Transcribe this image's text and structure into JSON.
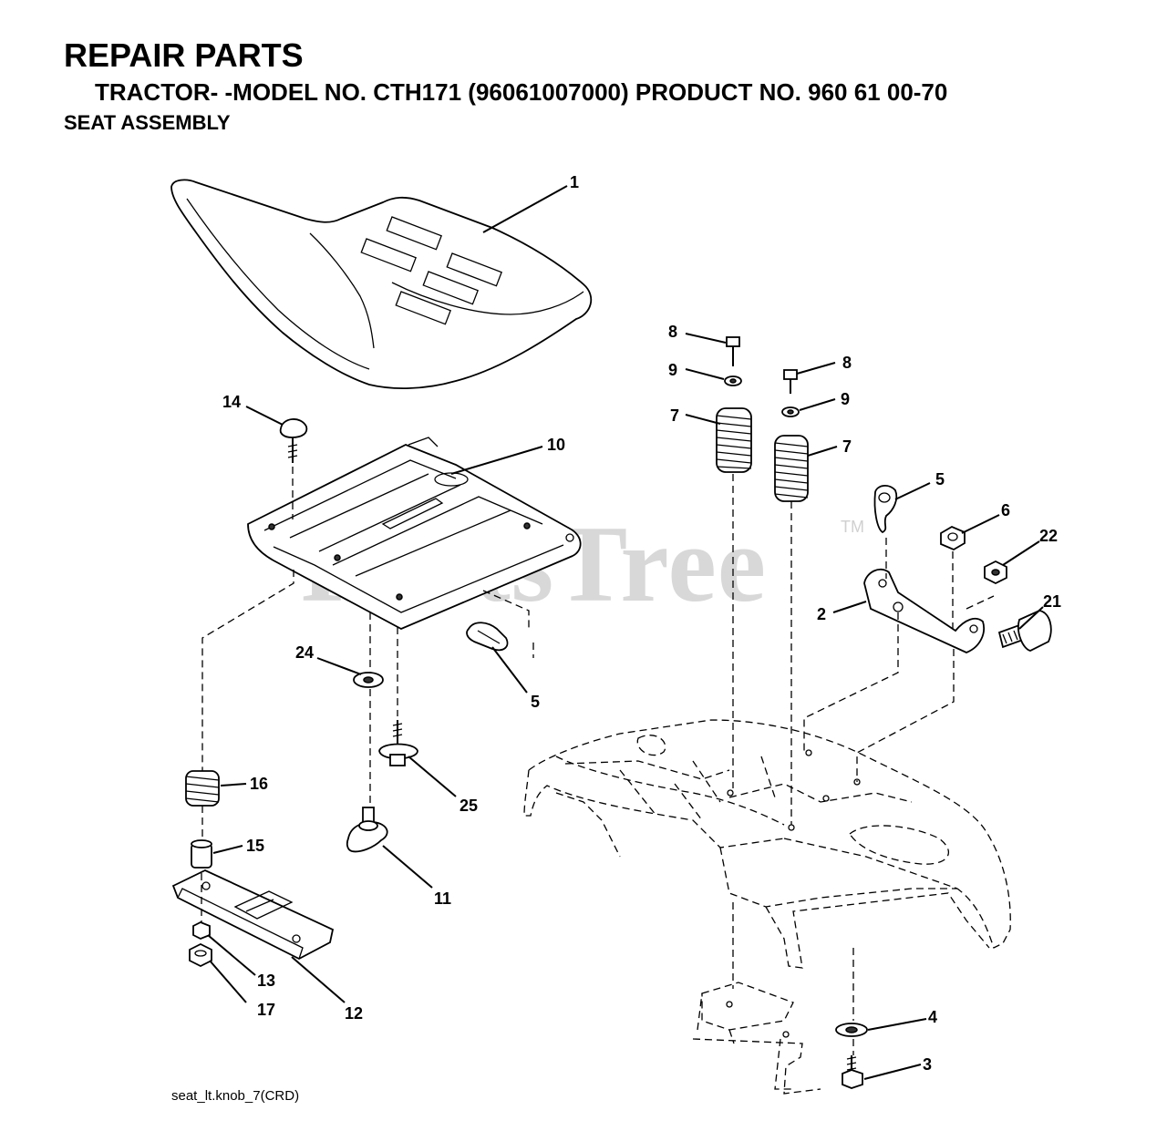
{
  "header": {
    "title": "REPAIR PARTS",
    "subtitle": "TRACTOR- -MODEL NO. CTH171 (96061007000) PRODUCT NO. 960 61 00-70",
    "section": "SEAT ASSEMBLY"
  },
  "watermark": {
    "text": "PartsTree",
    "tm": "TM"
  },
  "footer": {
    "filename": "seat_lt.knob_7(CRD)"
  },
  "callouts": {
    "c1": "1",
    "c14": "14",
    "c10": "10",
    "c8a": "8",
    "c9a": "9",
    "c7a": "7",
    "c8b": "8",
    "c9b": "9",
    "c7b": "7",
    "c5a": "5",
    "c6": "6",
    "c22": "22",
    "c2": "2",
    "c21": "21",
    "c24": "24",
    "c5b": "5",
    "c16": "16",
    "c25": "25",
    "c15": "15",
    "c11": "11",
    "c13": "13",
    "c17": "17",
    "c12": "12",
    "c4": "4",
    "c3": "3"
  }
}
